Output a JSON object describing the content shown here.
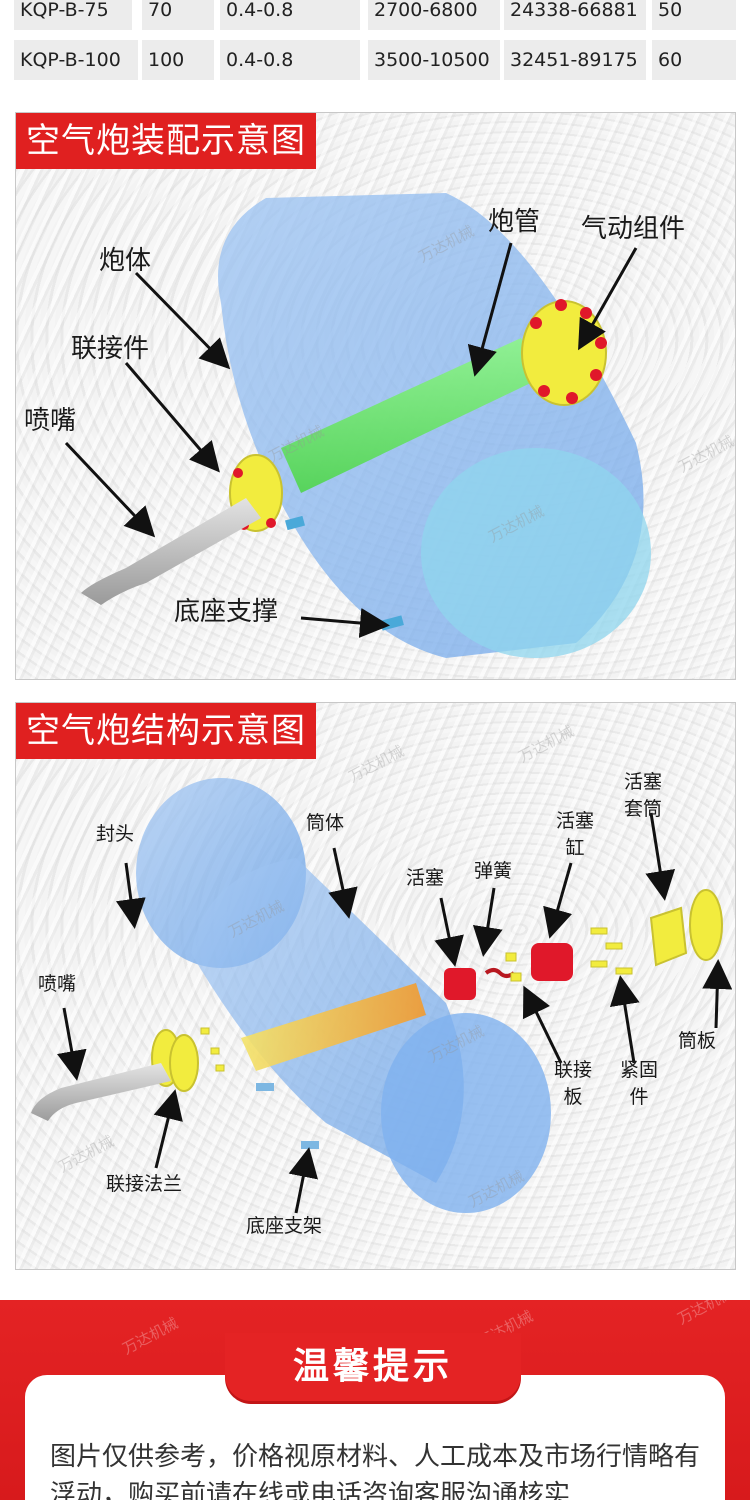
{
  "table": {
    "rows": [
      [
        "KQP-B-75",
        "70",
        "0.4-0.8",
        "2700-6800",
        "24338-66881",
        "50"
      ],
      [
        "KQP-B-100",
        "100",
        "0.4-0.8",
        "3500-10500",
        "32451-89175",
        "60"
      ]
    ]
  },
  "assembly": {
    "title": "空气炮装配示意图",
    "labels": {
      "barrel": "炮管",
      "pneumatic": "气动组件",
      "body": "炮体",
      "connector": "联接件",
      "nozzle": "喷嘴",
      "base": "底座支撑"
    }
  },
  "structure": {
    "title": "空气炮结构示意图",
    "labels": {
      "sleeve": "活塞\n套筒",
      "cylinder": "活塞\n缸",
      "cap": "封头",
      "shell": "筒体",
      "piston": "活塞",
      "spring": "弹簧",
      "nozzle": "喷嘴",
      "tube_plate": "筒板",
      "link_plate": "联接\n板",
      "fastener": "紧固\n件",
      "flange": "联接法兰",
      "bracket": "底座支架"
    }
  },
  "watermark": "万达机械",
  "tip": {
    "title": "温馨提示",
    "text": "图片仅供参考，价格视原材料、人工成本及市场行情略有浮动，购买前请在线或电话咨询客服沟通核实"
  },
  "colors": {
    "accent_red": "#e02020",
    "tank_blue": "#7fb2ef",
    "barrel_green": "#6fe86a",
    "flange_yellow": "#f2ec3e"
  }
}
